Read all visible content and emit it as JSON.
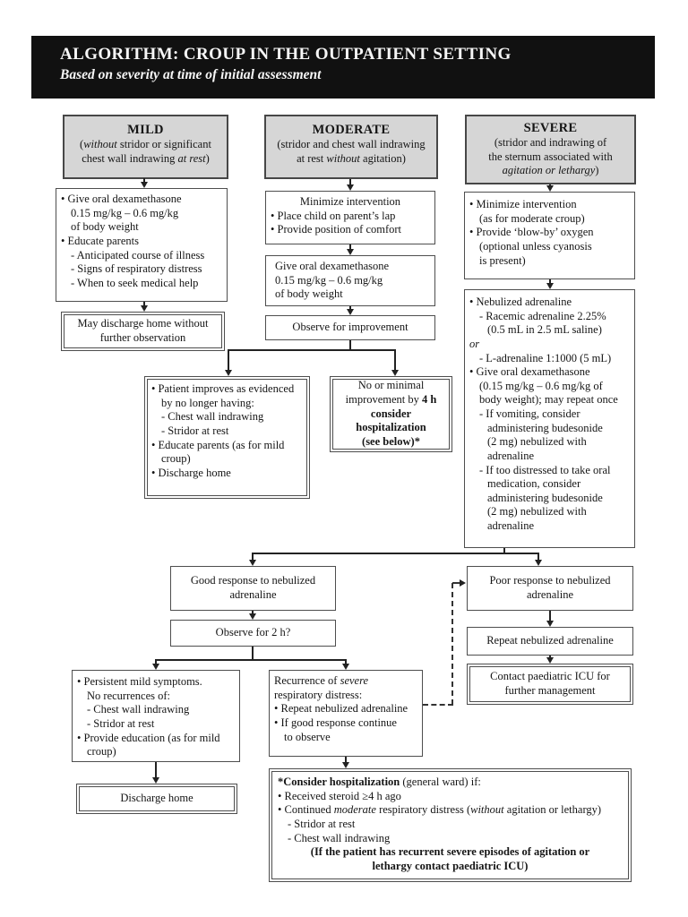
{
  "header": {
    "title": "ALGORITHM: CROUP IN THE OUTPATIENT SETTING",
    "subtitle": "Based on severity at time of initial assessment"
  },
  "boxes": {
    "mild_header": {
      "title": "MILD",
      "lines": [
        {
          "c": 1,
          "seg": [
            {
              "t": "("
            },
            {
              "t": "without",
              "i": 1
            },
            {
              "t": " stridor or significant"
            }
          ]
        },
        {
          "c": 1,
          "seg": [
            {
              "t": "chest wall indrawing "
            },
            {
              "t": "at rest",
              "i": 1
            },
            {
              "t": ")"
            }
          ]
        }
      ]
    },
    "moderate_header": {
      "title": "MODERATE",
      "lines": [
        {
          "t": "(stridor and chest wall indrawing",
          "c": 1
        },
        {
          "c": 1,
          "seg": [
            {
              "t": "at rest "
            },
            {
              "t": "without",
              "i": 1
            },
            {
              "t": " agitation)"
            }
          ]
        }
      ]
    },
    "severe_header": {
      "title": "SEVERE",
      "lines": [
        {
          "t": "(stridor and indrawing of",
          "c": 1
        },
        {
          "t": "the sternum associated with",
          "c": 1
        },
        {
          "c": 1,
          "seg": [
            {
              "t": "agitation or lethargy",
              "i": 1
            },
            {
              "t": ")"
            }
          ]
        }
      ]
    },
    "mild_action": {
      "lines": [
        {
          "t": "• Give oral dexamethasone"
        },
        {
          "t": "0.15 mg/kg – 0.6 mg/kg",
          "ind": 1
        },
        {
          "t": "of body weight",
          "ind": 1
        },
        {
          "t": "• Educate parents"
        },
        {
          "t": "- Anticipated course of illness",
          "ind": 1
        },
        {
          "t": "- Signs of respiratory distress",
          "ind": 1
        },
        {
          "t": "- When to seek medical help",
          "ind": 1
        }
      ]
    },
    "mild_discharge": {
      "lines": [
        {
          "t": "May discharge home without",
          "c": 1
        },
        {
          "t": "further observation",
          "c": 1
        }
      ]
    },
    "mod_minimize": {
      "lines": [
        {
          "t": "Minimize intervention",
          "c": 1
        },
        {
          "t": "• Place child on parent’s lap"
        },
        {
          "t": "• Provide position of comfort"
        }
      ]
    },
    "mod_dex": {
      "lines": [
        {
          "t": "Give oral dexamethasone"
        },
        {
          "t": "0.15 mg/kg – 0.6 mg/kg"
        },
        {
          "t": "of body weight"
        }
      ]
    },
    "mod_observe": {
      "lines": [
        {
          "t": "Observe for improvement",
          "c": 1
        }
      ]
    },
    "improve": {
      "lines": [
        {
          "t": "• Patient improves as evidenced"
        },
        {
          "t": "by no longer having:",
          "ind": 1
        },
        {
          "t": "- Chest wall indrawing",
          "ind": 1
        },
        {
          "t": "- Stridor at rest",
          "ind": 1
        },
        {
          "t": "• Educate parents (as for mild"
        },
        {
          "t": "croup)",
          "ind": 1
        },
        {
          "t": "• Discharge home"
        }
      ]
    },
    "no_improve": {
      "lines": [
        {
          "t": "No or minimal",
          "c": 1
        },
        {
          "c": 1,
          "seg": [
            {
              "t": "improvement by "
            },
            {
              "t": "4 h",
              "b": 1
            }
          ]
        },
        {
          "t": "consider hospitalization",
          "c": 1,
          "b": 1
        },
        {
          "t": "(see below)*",
          "c": 1,
          "b": 1
        }
      ]
    },
    "severe_minimize": {
      "lines": [
        {
          "t": "• Minimize intervention"
        },
        {
          "t": "(as for moderate croup)",
          "ind": 1
        },
        {
          "t": "• Provide ‘blow-by’ oxygen"
        },
        {
          "t": "(optional unless cyanosis",
          "ind": 1
        },
        {
          "t": "is present)",
          "ind": 1
        }
      ]
    },
    "severe_treatment": {
      "lines": [
        {
          "t": "• Nebulized adrenaline"
        },
        {
          "t": "- Racemic adrenaline 2.25%",
          "ind": 1
        },
        {
          "t": "(0.5 mL in 2.5 mL saline)",
          "ind": 2
        },
        {
          "t": "or",
          "i": 1
        },
        {
          "t": "- L-adrenaline 1:1000 (5 mL)",
          "ind": 1
        },
        {
          "t": "• Give oral dexamethasone"
        },
        {
          "t": "(0.15 mg/kg – 0.6 mg/kg of",
          "ind": 1
        },
        {
          "t": "body weight); may repeat once",
          "ind": 1
        },
        {
          "t": "- If vomiting, consider",
          "ind": 1
        },
        {
          "t": "administering budesonide",
          "ind": 2
        },
        {
          "t": "(2 mg) nebulized with",
          "ind": 2
        },
        {
          "t": "adrenaline",
          "ind": 2
        },
        {
          "t": "- If too distressed to take oral",
          "ind": 1
        },
        {
          "t": "medication, consider",
          "ind": 2
        },
        {
          "t": "administering budesonide",
          "ind": 2
        },
        {
          "t": "(2 mg) nebulized with",
          "ind": 2
        },
        {
          "t": "adrenaline",
          "ind": 2
        }
      ]
    },
    "good_response": {
      "lines": [
        {
          "t": "Good response to nebulized",
          "c": 1
        },
        {
          "t": "adrenaline",
          "c": 1
        }
      ]
    },
    "observe_2h": {
      "lines": [
        {
          "t": "Observe for 2 h?",
          "c": 1
        }
      ]
    },
    "poor_response": {
      "lines": [
        {
          "t": "Poor response to nebulized",
          "c": 1
        },
        {
          "t": "adrenaline",
          "c": 1
        }
      ]
    },
    "repeat_neb": {
      "lines": [
        {
          "t": "Repeat nebulized adrenaline",
          "c": 1
        }
      ]
    },
    "icu": {
      "lines": [
        {
          "t": "Contact paediatric ICU for",
          "c": 1
        },
        {
          "t": "further management",
          "c": 1
        }
      ]
    },
    "persistent_mild": {
      "lines": [
        {
          "t": "• Persistent mild symptoms."
        },
        {
          "t": "No recurrences of:",
          "ind": 1
        },
        {
          "t": "- Chest wall indrawing",
          "ind": 1
        },
        {
          "t": "- Stridor at rest",
          "ind": 1
        },
        {
          "t": "• Provide education (as for mild"
        },
        {
          "t": "croup)",
          "ind": 1
        }
      ]
    },
    "discharge_home": {
      "lines": [
        {
          "t": "Discharge home",
          "c": 1
        }
      ]
    },
    "recurrence": {
      "lines": [
        {
          "seg": [
            {
              "t": "Recurrence of "
            },
            {
              "t": "severe",
              "i": 1
            }
          ]
        },
        {
          "t": "respiratory distress:"
        },
        {
          "t": "• Repeat nebulized adrenaline"
        },
        {
          "t": "• If good response continue"
        },
        {
          "t": "to observe",
          "ind": 1
        }
      ]
    },
    "hospitalization": {
      "lines": [
        {
          "seg": [
            {
              "t": "*Consider hospitalization",
              "b": 1
            },
            {
              "t": " (general ward) if:"
            }
          ]
        },
        {
          "t": "• Received steroid ≥4 h ago"
        },
        {
          "seg": [
            {
              "t": "• Continued "
            },
            {
              "t": "moderate",
              "i": 1
            },
            {
              "t": " respiratory distress ("
            },
            {
              "t": "without",
              "i": 1
            },
            {
              "t": " agitation or lethargy)"
            }
          ]
        },
        {
          "t": "- Stridor at rest",
          "ind": 1
        },
        {
          "t": "- Chest wall indrawing",
          "ind": 1
        },
        {
          "t": "(If the patient has recurrent severe episodes of agitation or",
          "c": 1,
          "b": 1
        },
        {
          "t": "lethargy contact paediatric ICU)",
          "c": 1,
          "b": 1
        }
      ]
    }
  }
}
